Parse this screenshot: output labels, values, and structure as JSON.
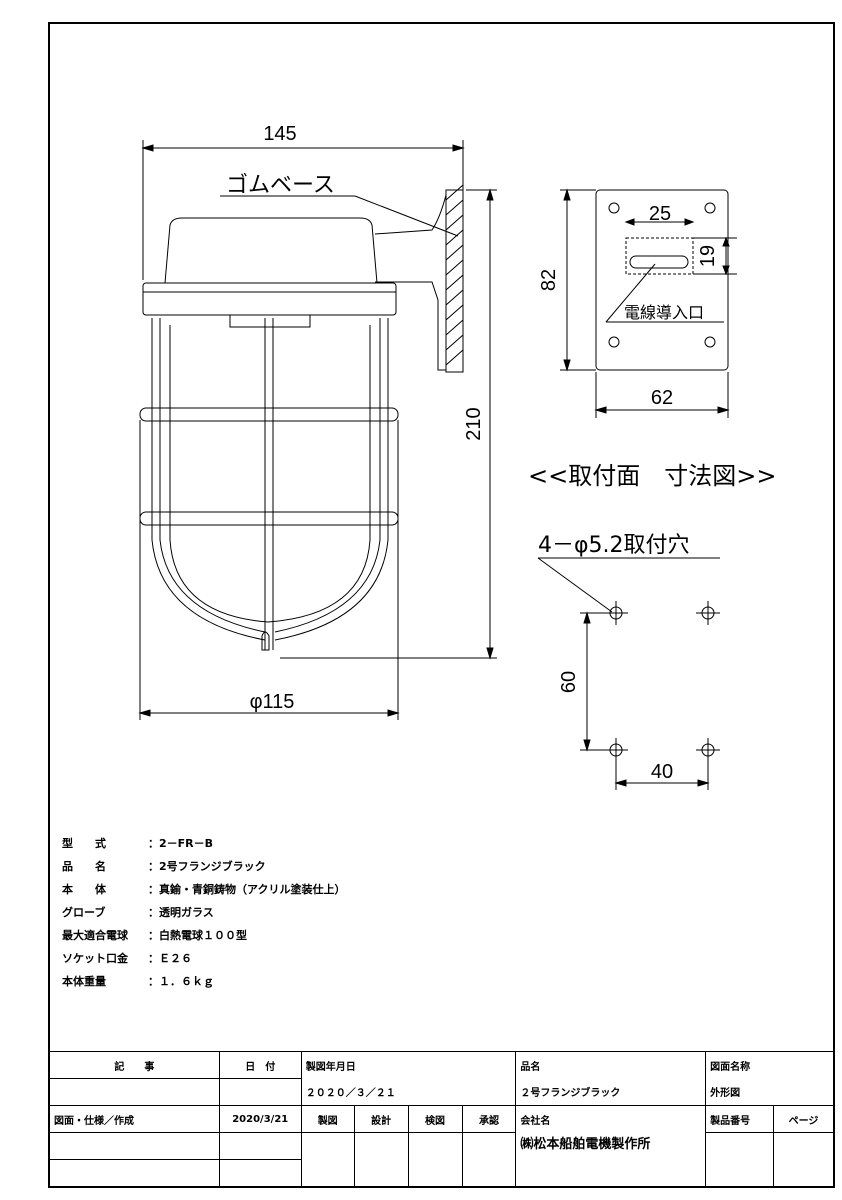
{
  "drawing": {
    "dims": {
      "width_top": "145",
      "height_main": "210",
      "diameter": "φ115",
      "plate_height": "82",
      "plate_width": "62",
      "slot_width": "25",
      "slot_height": "19",
      "hole_v": "60",
      "hole_h": "40"
    },
    "labels": {
      "rubber_base": "ゴムベース",
      "cable_entry": "電線導入口",
      "mount_title": "<<取付面　寸法図>>",
      "mount_holes": "4－φ5.2取付穴"
    }
  },
  "specs": [
    {
      "key": "型　　式",
      "value": "：2－FR－B"
    },
    {
      "key": "品　　名",
      "value": "：2号フランジブラック"
    },
    {
      "key": "本　　体",
      "value": "：真鍮・青銅鋳物（アクリル塗装仕上）"
    },
    {
      "key": "グローブ",
      "value": "：透明ガラス"
    },
    {
      "key": "最大適合電球",
      "value": "：白熱電球１００型"
    },
    {
      "key": "ソケット口金",
      "value": "：Ｅ２６"
    },
    {
      "key": "本体重量",
      "value": "：１．６ｋｇ"
    }
  ],
  "title_block": {
    "kiji": "記　　事",
    "hizuke": "日　付",
    "made_date_label": "製図年月日",
    "made_date": "２０２０／３／２１",
    "hinmei_label": "品名",
    "hinmei": "２号フランジブラック",
    "zumen_meisho_label": "図面名称",
    "zumen_meisho": "外形図",
    "zumen_shiyo": "図面・仕様／作成",
    "date2": "2020/3/21",
    "seizu": "製図",
    "sekkei": "設計",
    "kenzu": "検図",
    "shonin": "承認",
    "company_label": "会社名",
    "company": "㈱松本船舶電機製作所",
    "product_no_label": "製品番号",
    "page_label": "ページ"
  }
}
